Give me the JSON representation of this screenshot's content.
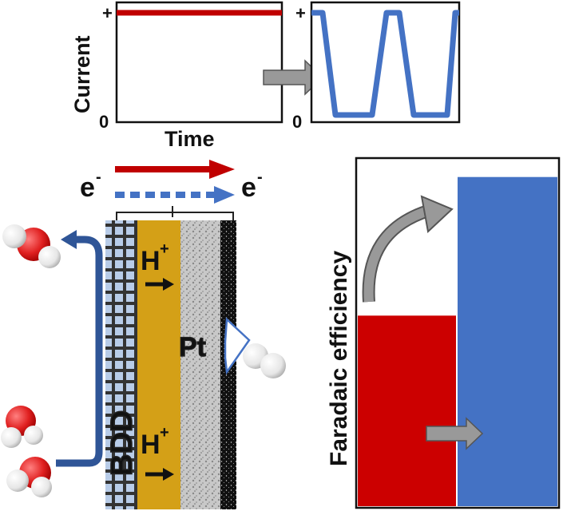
{
  "top_plots": {
    "ylabel": "Current",
    "xlabel": "Time",
    "left_plot": {
      "y_top_label": "+",
      "y_bottom_label": "0",
      "trace": "constant high current"
    },
    "right_plot": {
      "y_top_label": "+",
      "y_bottom_label": "0",
      "trace": "pulsed current (square wave between + and 0)"
    }
  },
  "cell": {
    "electron_label_left": "e",
    "electron_label_right": "e",
    "electron_superscript": "-",
    "proton_label_top": "H",
    "proton_label_bottom": "H",
    "proton_superscript": "+",
    "anode_label": "BDD",
    "cathode_label": "Pt"
  },
  "bar_chart": {
    "ylabel": "Faradaic efficiency"
  },
  "chart_data": {
    "type": "bar",
    "categories": [
      "",
      ""
    ],
    "values": [
      0.55,
      0.95
    ],
    "ylabel": "Faradaic efficiency",
    "ylim": [
      0,
      1
    ],
    "colors": [
      "#cc0000",
      "#4472c4"
    ],
    "grid": false
  },
  "colors": {
    "red": "#c00000",
    "blue": "#4472c4",
    "gold": "#d4a017",
    "grey_arrow": "#999999",
    "water_red": "#e02020"
  }
}
